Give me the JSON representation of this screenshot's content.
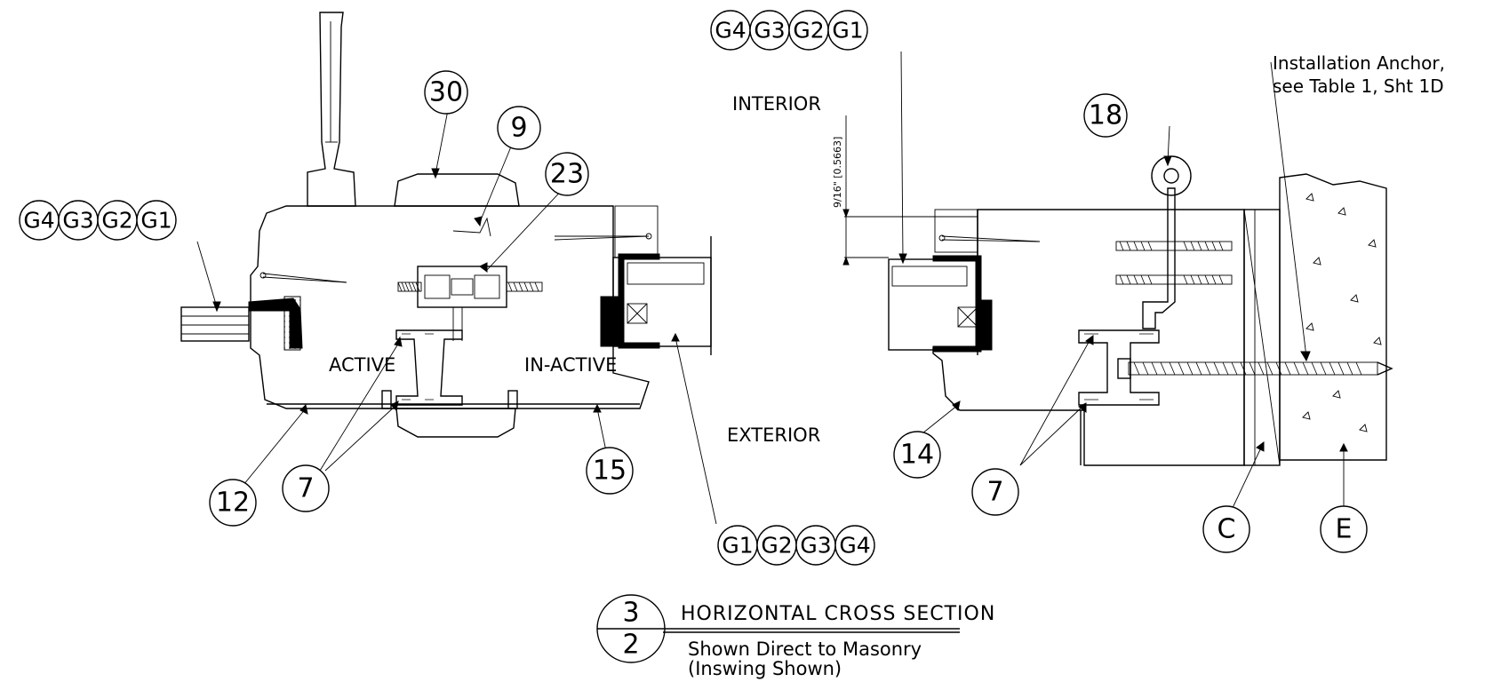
{
  "callouts": {
    "c30": "30",
    "c9": "9",
    "c23": "23",
    "c12": "12",
    "c7_left": "7",
    "c15": "15",
    "c18": "18",
    "c14": "14",
    "c7_right": "7",
    "cC": "C",
    "cE": "E"
  },
  "glazing_groups": {
    "left": [
      "G4",
      "G3",
      "G2",
      "G1"
    ],
    "top_center": [
      "G4",
      "G3",
      "G2",
      "G1"
    ],
    "bottom_center": [
      "G1",
      "G2",
      "G3",
      "G4"
    ]
  },
  "labels": {
    "active": "ACTIVE",
    "inactive": "IN-ACTIVE",
    "interior": "INTERIOR",
    "exterior": "EXTERIOR",
    "dimension": "9/16\" [0.5663]"
  },
  "anchor_note": {
    "line1": "Installation Anchor,",
    "line2": "see Table 1, Sht 1D"
  },
  "section_title": {
    "number": "3",
    "sheet": "2",
    "title": "HORIZONTAL CROSS SECTION",
    "subtitle1": "Shown Direct to Masonry",
    "subtitle2": "(Inswing Shown)"
  }
}
